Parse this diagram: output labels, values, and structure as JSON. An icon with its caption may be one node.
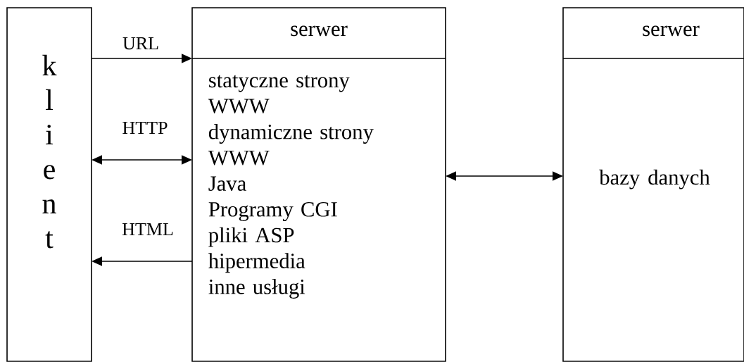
{
  "diagram": {
    "nodes": [
      {
        "text": [
          "klient"
        ]
      },
      {
        "text": [
          "serwer",
          "statyczne strony WWW",
          "dynamiczne strony WWW",
          "Java",
          "Programy CGI",
          "pliki ASP",
          "hipermedia",
          "inne usługi"
        ]
      },
      {
        "text": [
          "serwer",
          "bazy danych"
        ]
      }
    ],
    "edges": [
      {
        "from": 0,
        "to": 1,
        "arrow": "to",
        "label": "URL"
      },
      {
        "from": 0,
        "to": 1,
        "arrow": "both",
        "label": "HTTP"
      },
      {
        "from": 1,
        "to": 0,
        "arrow": "to",
        "label": "HTML"
      },
      {
        "from": 1,
        "to": 2,
        "arrow": "both"
      }
    ]
  }
}
